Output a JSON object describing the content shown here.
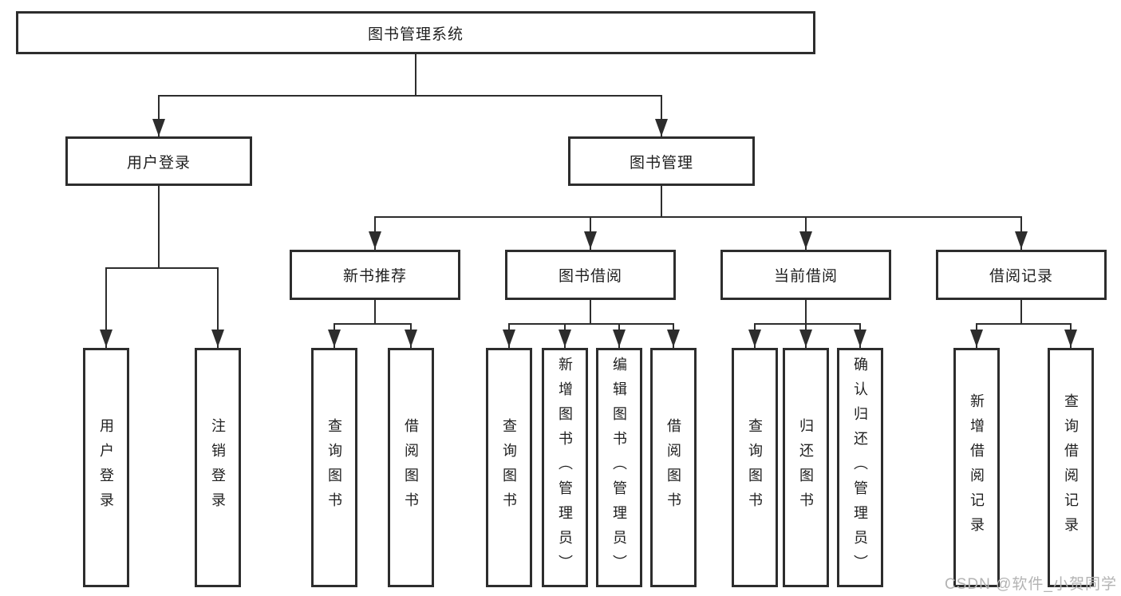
{
  "diagram": {
    "root": {
      "label": "图书管理系统",
      "children": [
        {
          "label": "用户登录",
          "children": [
            {
              "label": "用户登录"
            },
            {
              "label": "注销登录"
            }
          ]
        },
        {
          "label": "图书管理",
          "children": [
            {
              "label": "新书推荐",
              "children": [
                {
                  "label": "查询图书"
                },
                {
                  "label": "借阅图书"
                }
              ]
            },
            {
              "label": "图书借阅",
              "children": [
                {
                  "label": "查询图书"
                },
                {
                  "label": "新增图书（管理员）"
                },
                {
                  "label": "编辑图书（管理员）"
                },
                {
                  "label": "借阅图书"
                }
              ]
            },
            {
              "label": "当前借阅",
              "children": [
                {
                  "label": "查询图书"
                },
                {
                  "label": "归还图书"
                },
                {
                  "label": "确认归还（管理员）"
                }
              ]
            },
            {
              "label": "借阅记录",
              "children": [
                {
                  "label": "新增借阅记录"
                },
                {
                  "label": "查询借阅记录"
                }
              ]
            }
          ]
        }
      ]
    }
  },
  "watermark": {
    "text": "CSDN @软件_小贺同学"
  },
  "colors": {
    "line": "#2d2d2d",
    "box_border": "#2d2d2d",
    "watermark": "#b3b3b3",
    "background": "#ffffff"
  }
}
